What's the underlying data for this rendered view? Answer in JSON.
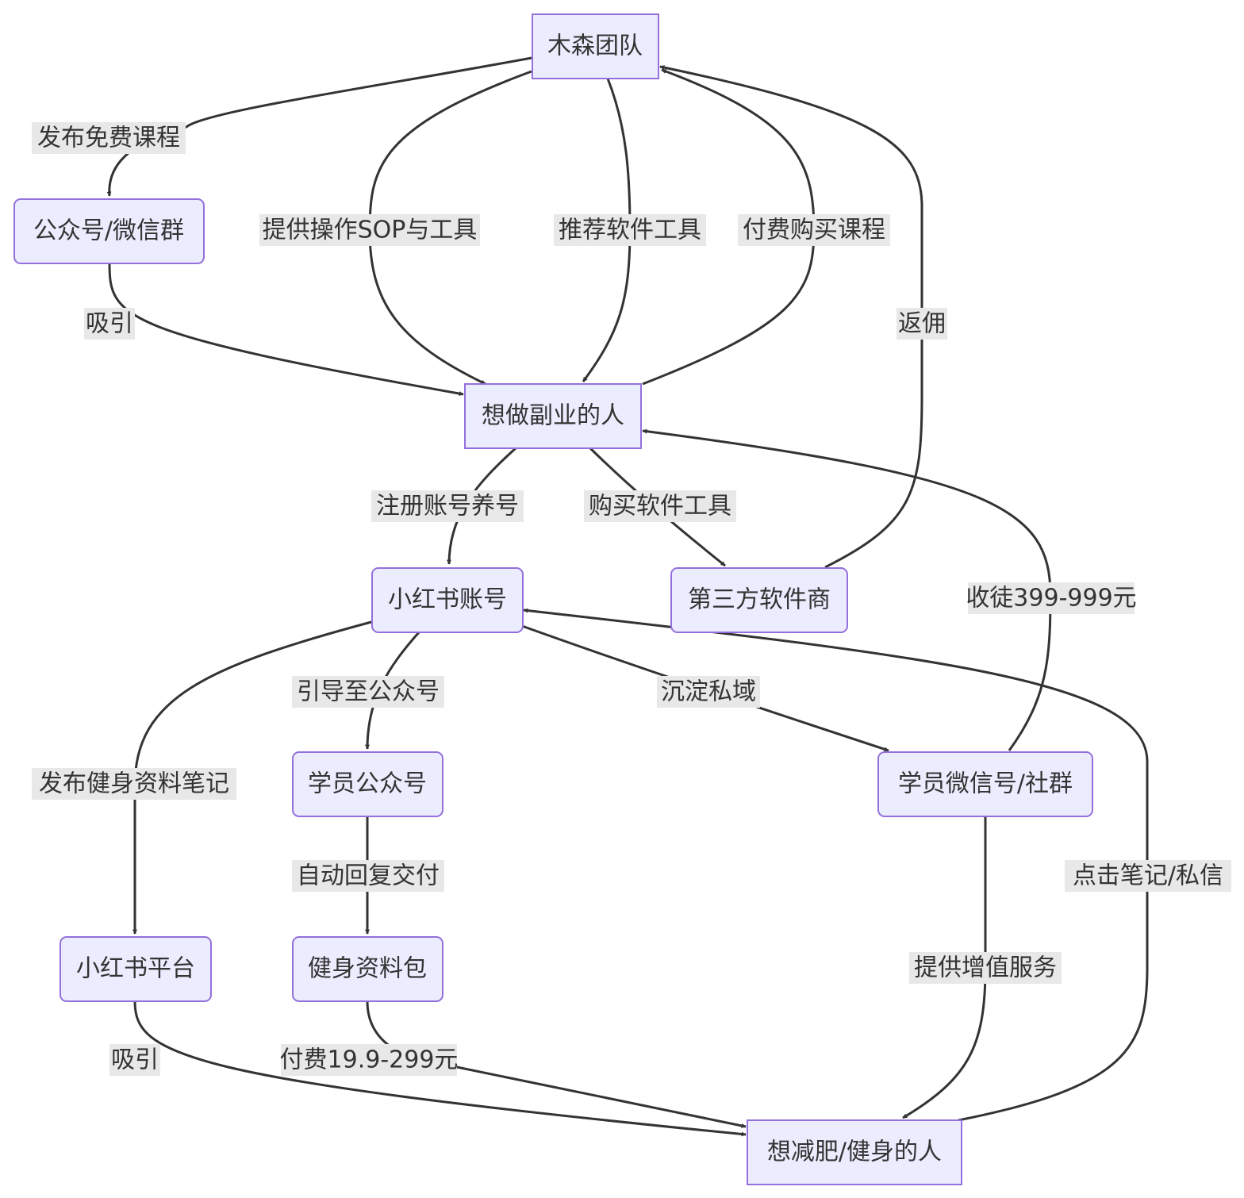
{
  "nodes": {
    "musen": "木森团队",
    "gzh_wx": "公众号/微信群",
    "fuye": "想做副业的人",
    "xhs_account": "小红书账号",
    "third_party": "第三方软件商",
    "student_gzh": "学员公众号",
    "student_wx": "学员微信号/社群",
    "xhs_platform": "小红书平台",
    "fitness_pack": "健身资料包",
    "jianfei": "想减肥/健身的人"
  },
  "edges": {
    "publish_free": "发布免费课程",
    "attract1": "吸引",
    "provide_sop": "提供操作SOP与工具",
    "recommend_tools": "推荐软件工具",
    "pay_course": "付费购买课程",
    "commission": "返佣",
    "register": "注册账号养号",
    "buy_tools": "购买软件工具",
    "apprentice": "收徒399-999元",
    "guide_gzh": "引导至公众号",
    "private_domain": "沉淀私域",
    "publish_notes": "发布健身资料笔记",
    "auto_reply": "自动回复交付",
    "click_notes": "点击笔记/私信",
    "value_added": "提供增值服务",
    "attract2": "吸引",
    "pay_pack": "付费19.9-299元"
  }
}
